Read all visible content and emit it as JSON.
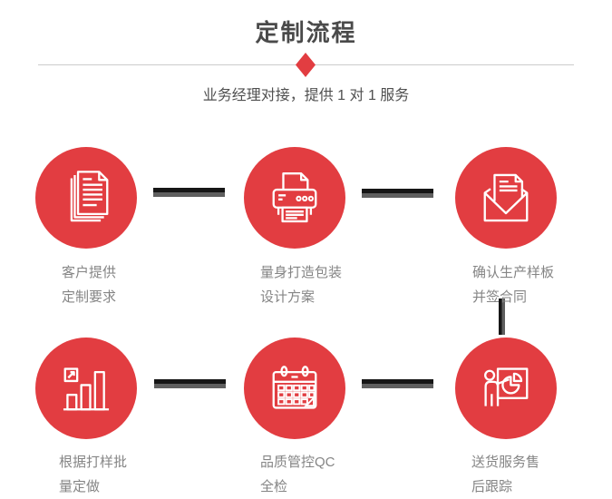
{
  "page": {
    "title": "定制流程",
    "subtitle": "业务经理对接，提供 1 对 1 服务"
  },
  "colors": {
    "accent_red": "#e23d41",
    "title_text": "#4a4a4a",
    "subtitle_text": "#4f4f4f",
    "label_text": "#858585",
    "connector_dark": "#161616",
    "connector_gray": "#5f5f5f",
    "divider_line": "#cccccc",
    "icon_stroke": "#ffffff"
  },
  "steps": [
    {
      "icon": "documents-icon",
      "label_line1": "客户提供",
      "label_line2": "定制要求"
    },
    {
      "icon": "printer-icon",
      "label_line1": "量身打造包装",
      "label_line2": "设计方案"
    },
    {
      "icon": "envelope-icon",
      "label_line1": "确认生产样板",
      "label_line2": "并签合同"
    },
    {
      "icon": "bar-chart-icon",
      "label_line1": "根据打样批",
      "label_line2": "量定做"
    },
    {
      "icon": "calendar-icon",
      "label_line1": "品质管控QC",
      "label_line2": "全检"
    },
    {
      "icon": "presentation-icon",
      "label_line1": "送货服务售",
      "label_line2": "后跟踪"
    }
  ]
}
